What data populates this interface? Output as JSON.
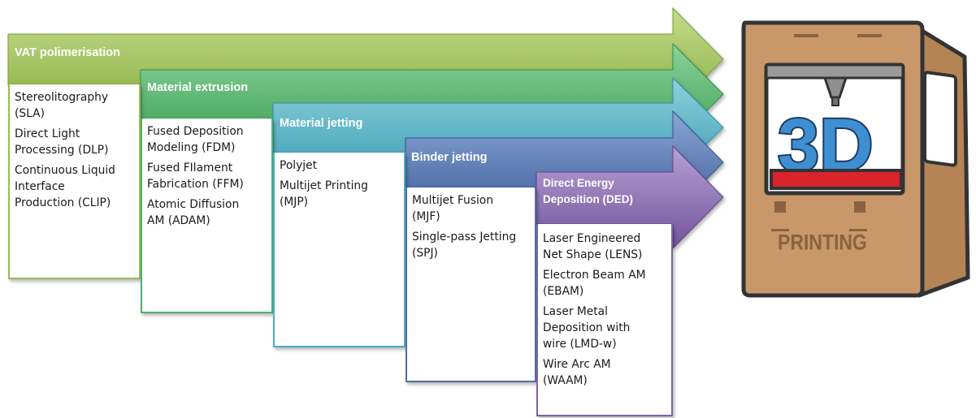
{
  "categories": [
    {
      "id": "vat",
      "label": "VAT polimerisation",
      "color": "#9bbb59",
      "items": [
        "Stereolitography\n(SLA)",
        "Direct Light\nProcessing (DLP)",
        "Continuous Liquid\nInterface\nProduction (CLIP)"
      ]
    },
    {
      "id": "extrusion",
      "label": "Material extrusion",
      "color": "#4fb06a",
      "items": [
        "Fused Deposition\nModeling (FDM)",
        "Fused FIlament\nFabrication (FFM)",
        "Atomic Diffusion\nAM (ADAM)"
      ]
    },
    {
      "id": "jetting",
      "label": "Material jetting",
      "color": "#4bacc6",
      "items": [
        "Polyjet",
        "Multijet Printing\n(MJP)"
      ]
    },
    {
      "id": "binder",
      "label": "Binder jetting",
      "color": "#4f6fa8",
      "items": [
        "Multijet Fusion\n(MJF)",
        "Single-pass Jetting\n(SPJ)"
      ]
    },
    {
      "id": "ded",
      "label": "Direct Energy\nDeposition (DED)",
      "color": "#8064a2",
      "items": [
        "Laser Engineered\nNet Shape (LENS)",
        "Electron Beam AM\n(EBAM)",
        "Laser Metal\nDeposition with\nwire (LMD-w)",
        "Wire Arc AM\n(WAAM)"
      ]
    }
  ],
  "illustration": {
    "printer_text": "PRINTING",
    "logo_text": "3D",
    "colors": {
      "body": "#c8986a",
      "outline": "#333333",
      "logo": "#3d8fd1",
      "bed": "#d8242c"
    }
  }
}
